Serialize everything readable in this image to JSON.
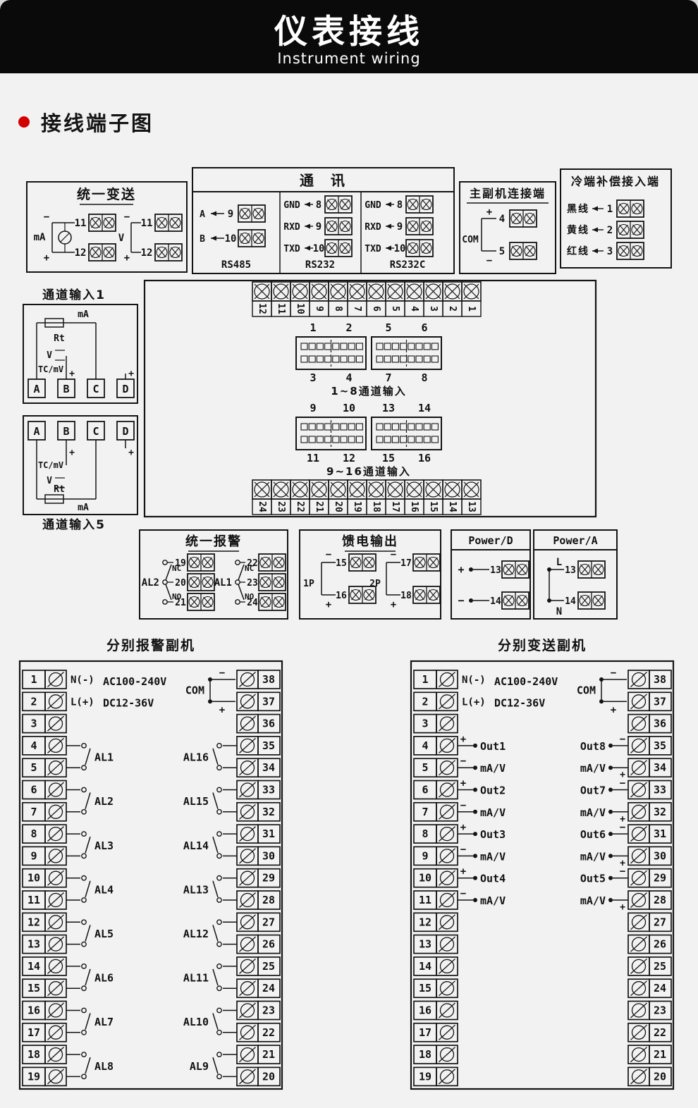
{
  "header": {
    "title": "仪表接线",
    "subtitle": "Instrument wiring"
  },
  "section_title": "接线端子图",
  "unified_transmit": {
    "title": "统一变送",
    "ma_label": "mA",
    "v_label": "V",
    "plus": "+",
    "minus": "−",
    "ma_terminals": [
      "11",
      "12"
    ],
    "v_terminals": [
      "11",
      "12"
    ]
  },
  "comm": {
    "title": "通　讯",
    "columns": [
      {
        "name": "RS485",
        "rows": [
          [
            "A",
            "9"
          ],
          [
            "B",
            "10"
          ]
        ]
      },
      {
        "name": "RS232",
        "rows": [
          [
            "GND",
            "8"
          ],
          [
            "RXD",
            "9"
          ],
          [
            "TXD",
            "10"
          ]
        ]
      },
      {
        "name": "RS232C",
        "rows": [
          [
            "GND",
            "8"
          ],
          [
            "RXD",
            "9"
          ],
          [
            "TXD",
            "10"
          ]
        ]
      }
    ]
  },
  "master_slave": {
    "title": "主副机连接端",
    "com_label": "COM",
    "plus": "+",
    "minus": "−",
    "terminals": [
      "4",
      "5"
    ]
  },
  "cold_comp": {
    "title": "冷端补偿接入端",
    "rows": [
      [
        "黑线",
        "1"
      ],
      [
        "黄线",
        "2"
      ],
      [
        "红线",
        "3"
      ]
    ]
  },
  "channel1": {
    "label": "通道输入1",
    "ma": "mA",
    "rt": "Rt",
    "v": "V",
    "tc": "TC/mV",
    "plus": "+",
    "terminals": [
      "A",
      "B",
      "C",
      "D"
    ]
  },
  "channel5": {
    "label": "通道输入5",
    "ma": "mA",
    "rt": "Rt",
    "v": "V",
    "tc": "TC/mV",
    "plus": "+",
    "terminals": [
      "A",
      "B",
      "C",
      "D"
    ]
  },
  "board": {
    "top_strip": [
      "12",
      "11",
      "10",
      "9",
      "8",
      "7",
      "6",
      "5",
      "4",
      "3",
      "2",
      "1"
    ],
    "bottom_strip": [
      "24",
      "23",
      "22",
      "21",
      "20",
      "19",
      "18",
      "17",
      "16",
      "15",
      "14",
      "13"
    ],
    "groups": [
      {
        "top": [
          "1",
          "2",
          "5",
          "6"
        ],
        "bottom": [
          "3",
          "4",
          "7",
          "8"
        ],
        "label": "1~8通道输入"
      },
      {
        "top": [
          "9",
          "10",
          "13",
          "14"
        ],
        "bottom": [
          "11",
          "12",
          "15",
          "16"
        ],
        "label": "9~16通道输入"
      }
    ]
  },
  "unified_alarm": {
    "title": "统一报警",
    "relays": [
      {
        "name": "AL2",
        "nc": "NC",
        "no": "NO",
        "terminals": [
          "19",
          "20",
          "21"
        ]
      },
      {
        "name": "AL1",
        "nc": "NC",
        "no": "NO",
        "terminals": [
          "22",
          "23",
          "24"
        ]
      }
    ]
  },
  "feed_output": {
    "title": "馈电输出",
    "channels": [
      {
        "name": "1P",
        "minus": "−",
        "plus": "+",
        "terminals": [
          "15",
          "16"
        ]
      },
      {
        "name": "2P",
        "minus": "−",
        "plus": "+",
        "terminals": [
          "17",
          "18"
        ]
      }
    ]
  },
  "power_d": {
    "title": "Power/D",
    "rows": [
      [
        "+",
        "13"
      ],
      [
        "−",
        "14"
      ]
    ]
  },
  "power_a": {
    "title": "Power/A",
    "rows": [
      [
        "L",
        "13"
      ],
      [
        "N",
        "14"
      ]
    ]
  },
  "alarm_sub": {
    "title": "分别报警副机",
    "left_terminals": [
      "1",
      "2",
      "3",
      "4",
      "5",
      "6",
      "7",
      "8",
      "9",
      "10",
      "11",
      "12",
      "13",
      "14",
      "15",
      "16",
      "17",
      "18",
      "19"
    ],
    "right_terminals": [
      "38",
      "37",
      "36",
      "35",
      "34",
      "33",
      "32",
      "31",
      "30",
      "29",
      "28",
      "27",
      "26",
      "25",
      "24",
      "23",
      "22",
      "21",
      "20"
    ],
    "n_label": "N(-)",
    "l_label": "L(+)",
    "supply1": "AC100-240V",
    "supply2": "DC12-36V",
    "com": "COM",
    "com_minus": "−",
    "com_plus": "+",
    "left_relays": [
      "AL1",
      "AL2",
      "AL3",
      "AL4",
      "AL5",
      "AL6",
      "AL7",
      "AL8"
    ],
    "right_relays": [
      "AL16",
      "AL15",
      "AL14",
      "AL13",
      "AL12",
      "AL11",
      "AL10",
      "AL9"
    ]
  },
  "transmit_sub": {
    "title": "分别变送副机",
    "left_terminals": [
      "1",
      "2",
      "3",
      "4",
      "5",
      "6",
      "7",
      "8",
      "9",
      "10",
      "11",
      "12",
      "13",
      "14",
      "15",
      "16",
      "17",
      "18",
      "19"
    ],
    "right_terminals": [
      "38",
      "37",
      "36",
      "35",
      "34",
      "33",
      "32",
      "31",
      "30",
      "29",
      "28",
      "27",
      "26",
      "25",
      "24",
      "23",
      "22",
      "21",
      "20"
    ],
    "n_label": "N(-)",
    "l_label": "L(+)",
    "supply1": "AC100-240V",
    "supply2": "DC12-36V",
    "com": "COM",
    "com_minus": "−",
    "com_plus": "+",
    "plus": "+",
    "minus": "−",
    "left_outputs": [
      {
        "name": "Out1",
        "unit": "mA/V"
      },
      {
        "name": "Out2",
        "unit": "mA/V"
      },
      {
        "name": "Out3",
        "unit": "mA/V"
      },
      {
        "name": "Out4",
        "unit": "mA/V"
      }
    ],
    "right_outputs": [
      {
        "name": "Out8",
        "unit": "mA/V"
      },
      {
        "name": "Out7",
        "unit": "mA/V"
      },
      {
        "name": "Out6",
        "unit": "mA/V"
      },
      {
        "name": "Out5",
        "unit": "mA/V"
      }
    ]
  }
}
